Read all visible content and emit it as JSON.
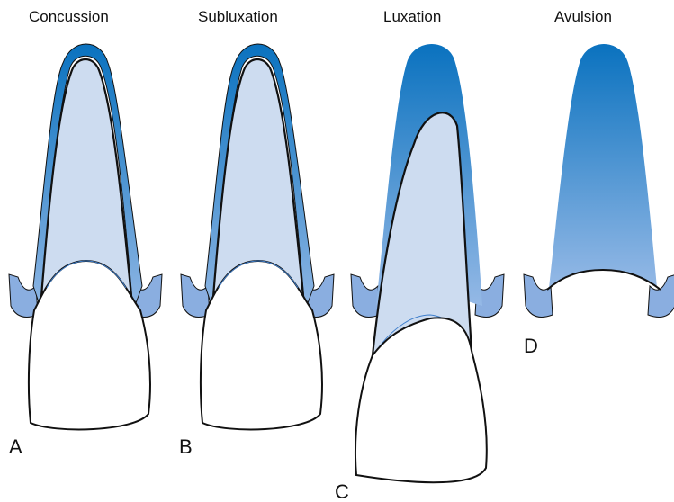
{
  "panels": [
    {
      "title": "Concussion",
      "letter": "A"
    },
    {
      "title": "Subluxation",
      "letter": "B"
    },
    {
      "title": "Luxation",
      "letter": "C"
    },
    {
      "title": "Avulsion",
      "letter": "D"
    }
  ],
  "colors": {
    "ligament_dark": "#0b73bf",
    "ligament_light": "#8fb4e0",
    "root_fill": "#cddcf0",
    "gum": "#8aaee0",
    "outline": "#111111",
    "crown": "#ffffff"
  }
}
